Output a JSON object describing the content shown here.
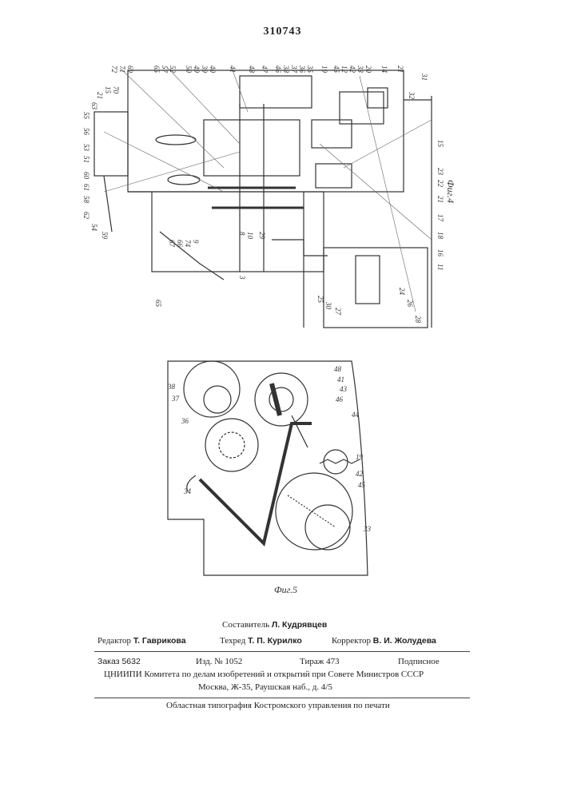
{
  "patent_number": "310743",
  "fig4": {
    "caption": "Фиг.4",
    "labels_top": [
      "72",
      "71",
      "69",
      "65",
      "57",
      "52",
      "50",
      "49",
      "39",
      "40",
      "41",
      "48",
      "47",
      "46",
      "38",
      "37",
      "36",
      "35",
      "19",
      "45",
      "12",
      "42",
      "33",
      "20",
      "14",
      "21",
      "31",
      "32"
    ],
    "labels_left": [
      "55",
      "63",
      "21",
      "15",
      "70",
      "56",
      "53",
      "51",
      "60",
      "61",
      "58",
      "62",
      "54",
      "59"
    ],
    "labels_right": [
      "15",
      "23",
      "22",
      "21",
      "17",
      "18",
      "16",
      "11"
    ],
    "labels_bottom": [
      "67",
      "66",
      "74",
      "9",
      "8",
      "10",
      "29",
      "3",
      "65",
      "25",
      "30",
      "27",
      "28",
      "26",
      "24"
    ]
  },
  "fig5": {
    "caption": "Фиг.5",
    "labels": [
      "38",
      "37",
      "36",
      "34",
      "48",
      "41",
      "43",
      "46",
      "44",
      "19",
      "42",
      "45",
      "33"
    ]
  },
  "imprint": {
    "compiler_label": "Составитель",
    "compiler_name": "Л. Кудрявцев",
    "editor_label": "Редактор",
    "editor_name": "Т. Гаврикова",
    "techred_label": "Техред",
    "techred_name": "Т. П. Курилко",
    "corrector_label": "Корректор",
    "corrector_name": "В. И. Жолудева",
    "order": "Заказ 5632",
    "edition": "Изд. № 1052",
    "circulation": "Тираж 473",
    "subscription": "Подписное",
    "org": "ЦНИИПИ Комитета по делам изобретений и открытий при Совете Министров СССР",
    "address": "Москва, Ж-35, Раушская наб., д. 4/5",
    "printer": "Областная типография Костромского управления по печати"
  }
}
